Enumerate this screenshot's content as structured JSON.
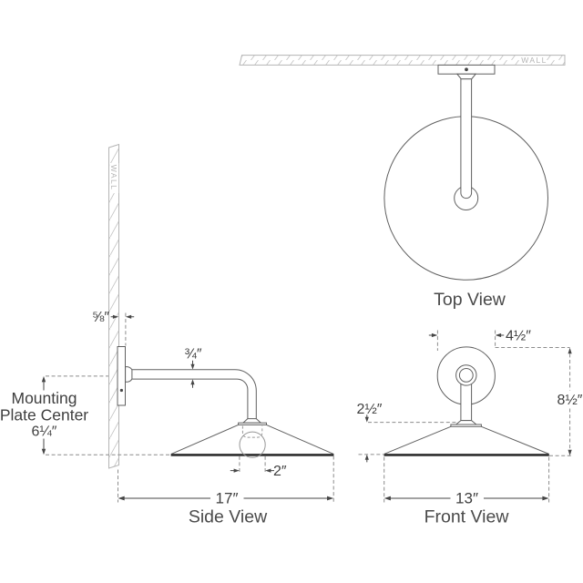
{
  "drawing": {
    "side_view": {
      "title": "Side View",
      "wall_label": "WALL",
      "dim_plate_depth": "⅝″",
      "dim_arm_thickness": "¾″",
      "mounting_line1": "Mounting",
      "mounting_line2": "Plate Center",
      "dim_mounting_center": "6¼″",
      "dim_bulb_diameter": "2″",
      "dim_projection": "17″"
    },
    "top_view": {
      "title": "Top View",
      "wall_label": "WALL"
    },
    "front_view": {
      "title": "Front View",
      "dim_backplate_diameter": "4½″",
      "dim_overall_height": "8½″",
      "dim_shade_height": "2½″",
      "dim_shade_diameter": "13″"
    },
    "colors": {
      "background": "#ffffff",
      "fixture_line": "#606060",
      "thick_line": "#2e2e2e",
      "dim_line": "#464646",
      "dashed_line": "#8c8c8c",
      "hatch_line": "#c6c6c6",
      "wall_border": "#b4b4b4",
      "wall_text": "#b4b4b4",
      "label_text": "#3f3f3f",
      "bulb_line": "#979797"
    }
  }
}
